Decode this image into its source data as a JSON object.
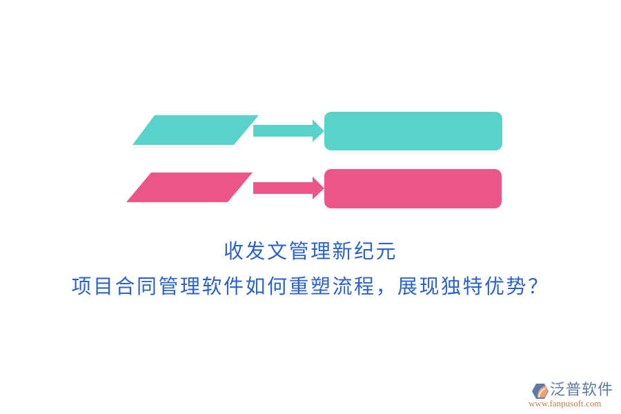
{
  "colors": {
    "teal": "#59d3ca",
    "pink": "#ec5587",
    "title_blue": "#2b63cc",
    "logo_blue": "#5a7ba8",
    "logo_orange": "#c97b4e"
  },
  "flow_rows": [
    {
      "color": "teal",
      "shape_left": "parallelogram",
      "connector": "right-arrow",
      "shape_right": "rounded-rectangle"
    },
    {
      "color": "pink",
      "shape_left": "parallelogram",
      "connector": "right-arrow",
      "shape_right": "rounded-rectangle"
    }
  ],
  "title": {
    "line1": "收发文管理新纪元",
    "line2": "项目合同管理软件如何重塑流程，展现独特优势？"
  },
  "logo": {
    "icon": "fanpu-hexagon-logo-icon",
    "name": "泛普软件",
    "url": "www.fanpusoft.com"
  }
}
